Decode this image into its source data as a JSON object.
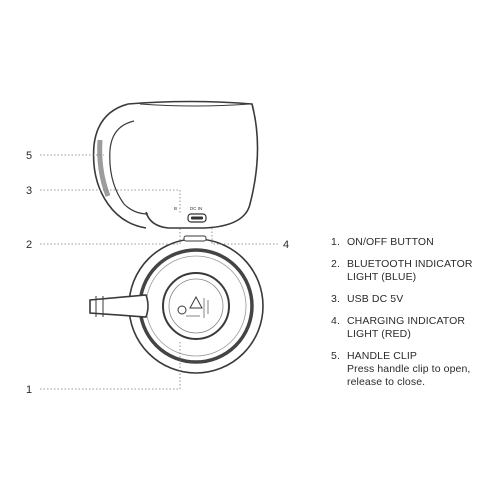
{
  "callouts": [
    "5",
    "3",
    "2",
    "4",
    "1"
  ],
  "port_labels": {
    "dc_in": "DC IN",
    "bt": "B"
  },
  "legend": [
    {
      "num": "1.",
      "title": "ON/OFF BUTTON",
      "desc": ""
    },
    {
      "num": "2.",
      "title": "BLUETOOTH INDICATOR LIGHT (BLUE)",
      "desc": ""
    },
    {
      "num": "3.",
      "title": "USB DC 5V",
      "desc": ""
    },
    {
      "num": "4.",
      "title": "CHARGING INDICATOR LIGHT (RED)",
      "desc": ""
    },
    {
      "num": "5.",
      "title": "HANDLE CLIP",
      "desc": "Press handle clip to open, release to close."
    }
  ]
}
